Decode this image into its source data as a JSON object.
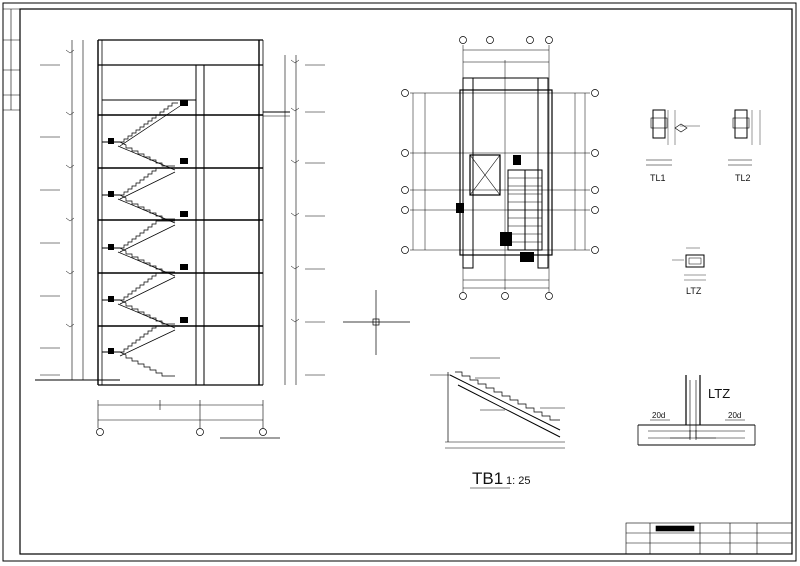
{
  "labels": {
    "tl1": "TL1",
    "tl2": "TL2",
    "ltz_small": "LTZ",
    "ltz_big": "LTZ",
    "tb1": "TB1",
    "tb1_scale": "1: 25",
    "dim_20d_left": "20d",
    "dim_20d_right": "20d"
  },
  "stair_section": {
    "floors": 5
  }
}
